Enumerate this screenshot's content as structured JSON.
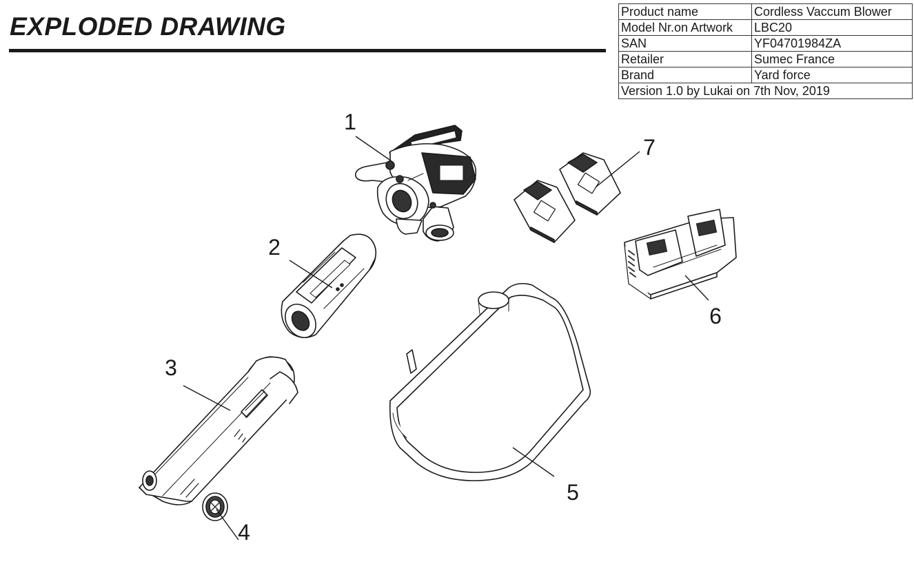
{
  "header": {
    "title": "EXPLODED DRAWING"
  },
  "info_table": [
    {
      "label": "Product name",
      "value": "Cordless Vaccum Blower"
    },
    {
      "label": "Model Nr.on Artwork",
      "value": "LBC20"
    },
    {
      "label": "SAN",
      "value": "YF04701984ZA"
    },
    {
      "label": "Retailer",
      "value": "Sumec France"
    },
    {
      "label": "Brand",
      "value": "Yard force"
    }
  ],
  "version_line": "Version 1.0 by Lukai on 7th Nov, 2019",
  "callouts": [
    "1",
    "2",
    "3",
    "4",
    "5",
    "6",
    "7"
  ],
  "colors": {
    "ink": "#1a1a1a",
    "paper": "#ffffff"
  }
}
